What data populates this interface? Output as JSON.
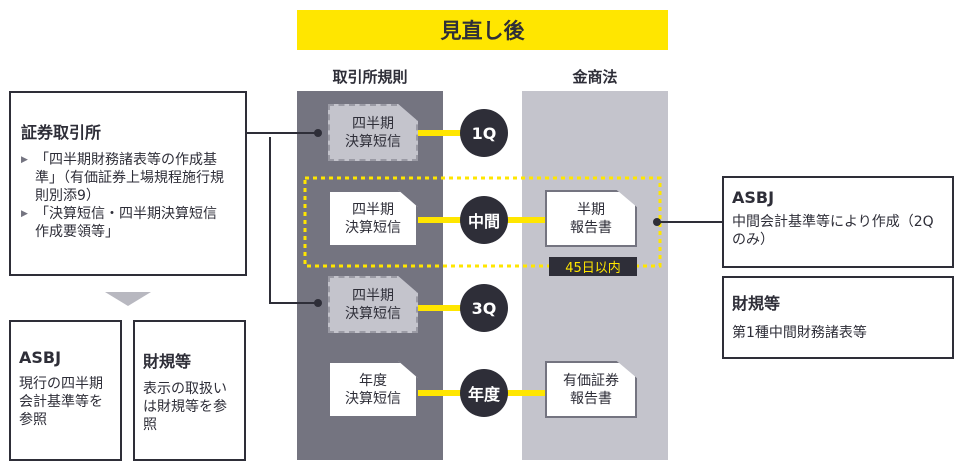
{
  "title": "見直し後",
  "columns": {
    "exchange_rules": "取引所規則",
    "fiea": "金商法"
  },
  "left_box": {
    "title": "証券取引所",
    "bullets": [
      "「四半期財務諸表等の作成基準」（有価証券上場規程施行規則別添9）",
      "「決算短信・四半期決算短信　作成要領等」"
    ]
  },
  "bottom_left": [
    {
      "title": "ASBJ",
      "text": "現行の四半期会計基準等を参照"
    },
    {
      "title": "財規等",
      "text": "表示の取扱いは財規等を参照"
    }
  ],
  "right_boxes": [
    {
      "title": "ASBJ",
      "text": "中間会計基準等により作成（2Qのみ）"
    },
    {
      "title": "財規等",
      "text": "第1種中間財務諸表等"
    }
  ],
  "rows": [
    {
      "period": "1Q",
      "exchange_doc": "四半期\n決算短信",
      "exchange_optional": true,
      "fiea_doc": null
    },
    {
      "period": "中間",
      "exchange_doc": "四半期\n決算短信",
      "exchange_optional": false,
      "fiea_doc": "半期\n報告書"
    },
    {
      "period": "3Q",
      "exchange_doc": "四半期\n決算短信",
      "exchange_optional": true,
      "fiea_doc": null
    },
    {
      "period": "年度",
      "exchange_doc": "年度\n決算短信",
      "exchange_optional": false,
      "fiea_doc": "有価証券\n報告書"
    }
  ],
  "deadline_tag": "45日以内",
  "colors": {
    "accent": "#FFE600",
    "dark": "#2e2e38",
    "column_dark": "#747480",
    "column_light": "#C4C4CC"
  }
}
